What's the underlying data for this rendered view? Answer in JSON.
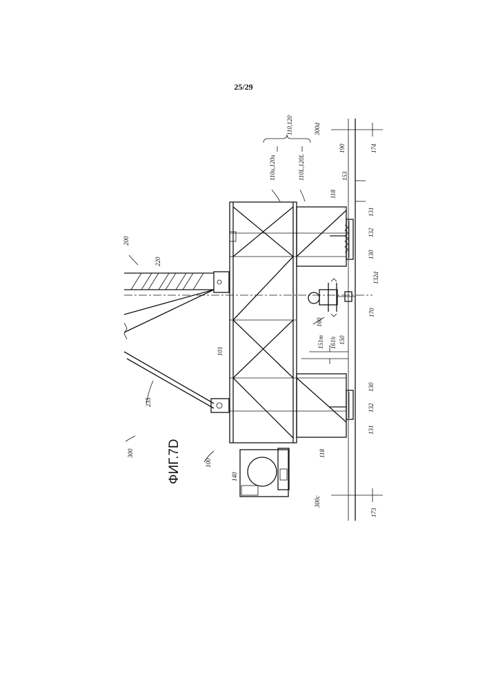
{
  "page_number": "25/29",
  "figure_title": "ФИГ.7D",
  "labels": {
    "l300": "300",
    "l100": "100",
    "l200": "200",
    "l220": "220",
    "l235": "235",
    "l101": "101",
    "l140": "140",
    "l110_120": "110,120",
    "l110u": "110u,120u",
    "l110L": "110L,120L",
    "l300d": "300d",
    "l300c": "300c",
    "l190": "190",
    "l174": "174",
    "l173": "173",
    "l153": "153",
    "l118_top": "118",
    "l118_bottom": "118",
    "l131_top": "131",
    "l132_top": "132",
    "l130_top": "130",
    "l131_bottom": "131",
    "l132_bottom": "132",
    "l130_bottom": "130",
    "l132d": "132d",
    "l170": "170",
    "l160": "160",
    "l151m": "151m",
    "l161h": "161h",
    "l150": "150"
  }
}
